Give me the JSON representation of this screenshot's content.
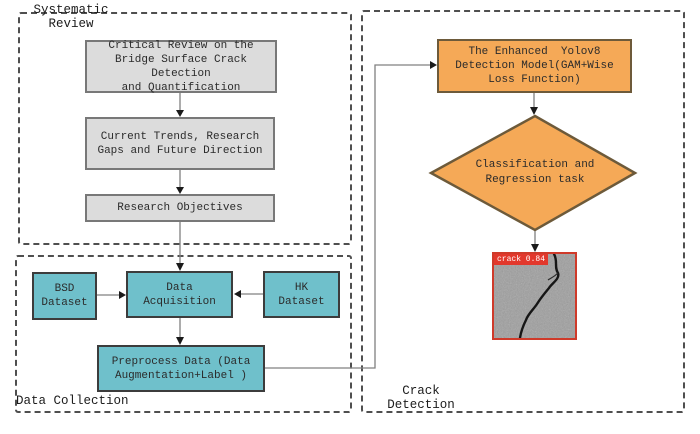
{
  "regions": {
    "systematic_review": {
      "label": "Systematic\nReview"
    },
    "data_collection": {
      "label": "Data Collection"
    },
    "crack_detection": {
      "label": "Crack\nDetection"
    }
  },
  "nodes": {
    "critical_review": {
      "text": "Critical Review on the\nBridge Surface Crack\nDetection\nand Quantification",
      "type": "process"
    },
    "current_trends": {
      "text": "Current Trends, Research\nGaps and Future Direction",
      "type": "process"
    },
    "research_objectives": {
      "text": "Research Objectives",
      "type": "process"
    },
    "bsd_dataset": {
      "text": "BSD\nDataset",
      "type": "data"
    },
    "data_acquisition": {
      "text": "Data\nAcquisition",
      "type": "data"
    },
    "hk_dataset": {
      "text": "HK\nDataset",
      "type": "data"
    },
    "preprocess": {
      "text": "Preprocess Data (Data\nAugmentation+Label )",
      "type": "data"
    },
    "yolov8_model": {
      "text": "The Enhanced  Yolov8\nDetection Model(GAM+Wise\nLoss Function)",
      "type": "model"
    },
    "classification_task": {
      "text": "Classification and\nRegression task",
      "type": "decision"
    }
  },
  "detection_result": {
    "label": "crack 0.84",
    "class": "crack",
    "confidence": "0.84"
  },
  "edges": [
    {
      "from": "critical_review",
      "to": "current_trends"
    },
    {
      "from": "current_trends",
      "to": "research_objectives"
    },
    {
      "from": "research_objectives",
      "to": "data_acquisition"
    },
    {
      "from": "bsd_dataset",
      "to": "data_acquisition"
    },
    {
      "from": "hk_dataset",
      "to": "data_acquisition"
    },
    {
      "from": "data_acquisition",
      "to": "preprocess"
    },
    {
      "from": "preprocess",
      "to": "yolov8_model"
    },
    {
      "from": "yolov8_model",
      "to": "classification_task"
    },
    {
      "from": "classification_task",
      "to": "detection_result"
    }
  ],
  "colors": {
    "process_fill": "#dcdcdc",
    "data_fill": "#6fc0cb",
    "model_fill": "#f5a957",
    "bbox_red": "#cf3a2a",
    "line_gray": "#808080",
    "dash_border": "#4f4f4f"
  }
}
